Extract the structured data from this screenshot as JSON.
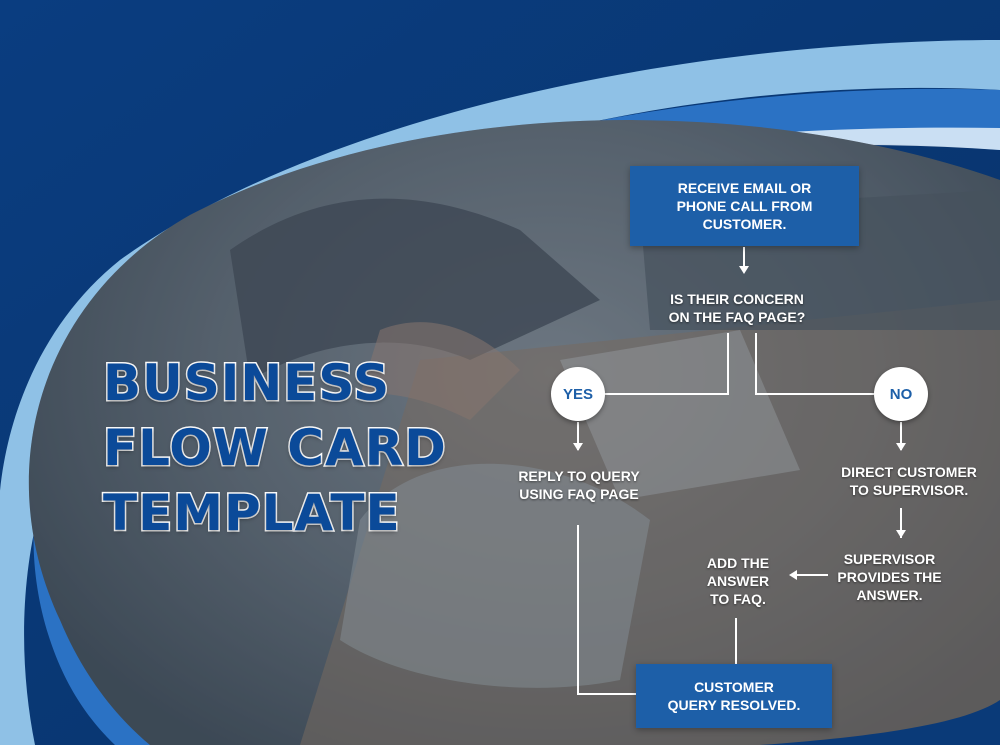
{
  "title": {
    "line1": "BUSINESS",
    "line2": "FLOW CARD",
    "line3": "TEMPLATE"
  },
  "flow": {
    "start": "RECEIVE EMAIL OR\nPHONE CALL FROM\nCUSTOMER.",
    "question": "IS THEIR CONCERN\nON THE FAQ PAGE?",
    "yes": "YES",
    "no": "NO",
    "reply": "REPLY TO QUERY\nUSING FAQ PAGE",
    "direct": "DIRECT CUSTOMER\nTO SUPERVISOR.",
    "supervisor": "SUPERVISOR\nPROVIDES THE\nANSWER.",
    "add_answer": "ADD THE\nANSWER\nTO FAQ.",
    "resolved": "CUSTOMER\nQUERY RESOLVED."
  },
  "colors": {
    "navy": "#0a3a78",
    "mid_blue": "#2b72c4",
    "light_blue": "#8fc1e6",
    "box_blue": "#1d5fa8",
    "title_blue": "#0b4a99"
  }
}
